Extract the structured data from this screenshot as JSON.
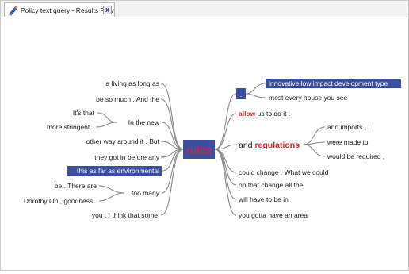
{
  "tab": {
    "label": "Policy text query - Results Prev",
    "close_glyph": "x"
  },
  "central": {
    "label": "rules",
    "color": "#e81d2d",
    "bg": "#3a4f9f"
  },
  "left": {
    "n1": "a living as long as",
    "n2": "be so much . And the",
    "g1_head": "In the new",
    "g1_a": "It's that",
    "g1_b": "more stringent .",
    "n3": "other way around it . But",
    "n4": "they got in before any",
    "n5_highlight": "this as far as environmental",
    "g2_head": "too many",
    "g2_a": "be . There are",
    "g2_b": "Dorothy Oh , goodness .",
    "n6": "you . I think that some"
  },
  "right": {
    "dot_label": ".",
    "r1_highlight": "innovative low impact development type",
    "r2": "most every house you see",
    "allow_word": "allow",
    "allow_rest": " us to do it .",
    "and_text": "and ",
    "regulations_word": "regulations",
    "reg_a": "and imports , I",
    "reg_b": "were made to",
    "reg_c": "would be required ,",
    "r4": "could change . What we could",
    "r5": "on that change all the",
    "r6": "will have to be in",
    "r7": "you gotta have an area"
  },
  "colors": {
    "highlight_bg": "#3a4f9f",
    "keyword": "#e81d2d",
    "line": "#8a8a8a"
  }
}
